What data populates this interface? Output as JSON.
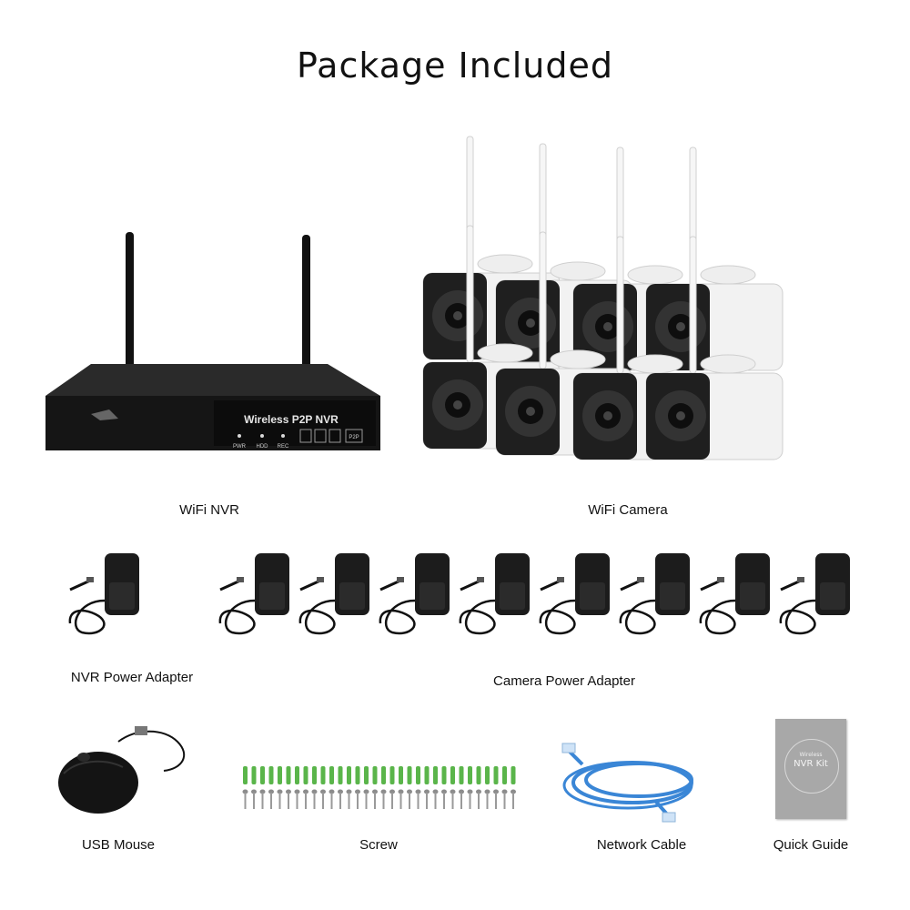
{
  "title": "Package Included",
  "nvr": {
    "label": "WiFi NVR",
    "front_text": "Wireless P2P NVR",
    "indicators": [
      "PWR",
      "HDD",
      "REC"
    ],
    "p2p_badge": "P2P"
  },
  "cameras": {
    "label": "WiFi Camera",
    "count": 8
  },
  "nvr_adapter": {
    "label": "NVR Power Adapter"
  },
  "camera_adapters": {
    "label": "Camera Power Adapter",
    "count": 8
  },
  "mouse": {
    "label": "USB Mouse"
  },
  "screws": {
    "label": "Screw"
  },
  "cable": {
    "label": "Network Cable"
  },
  "guide": {
    "label": "Quick Guide",
    "cover_line1": "Wireless",
    "cover_line2": "NVR Kit"
  },
  "colors": {
    "nvr_body": "#1b1b1b",
    "camera_body": "#f2f2f2",
    "cable": "#3a86d6",
    "anchors": "#5ab54a",
    "guide": "#a8a8a8"
  }
}
